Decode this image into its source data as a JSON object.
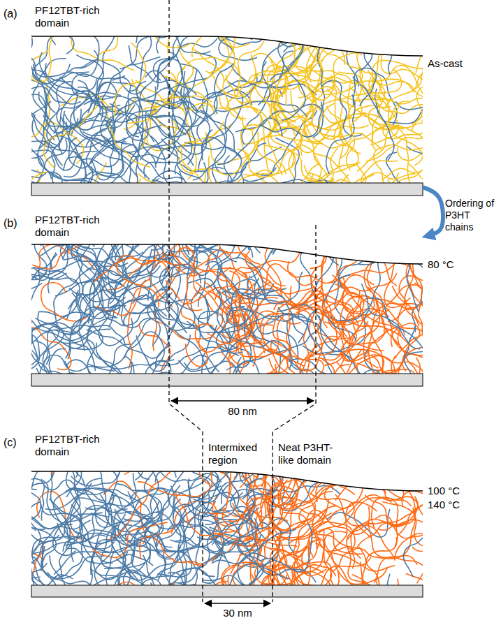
{
  "diagram": {
    "nodes": [
      {
        "text": [
          "(a)",
          "PF12TBT-rich domain",
          "As-cast"
        ]
      },
      {
        "text": [
          "(b)",
          "PF12TBT-rich domain",
          "80 °C"
        ]
      },
      {
        "text": [
          "(c)",
          "PF12TBT-rich domain",
          "Intermixed region",
          "Neat P3HT-like domain",
          "100 °C",
          "140 °C"
        ]
      }
    ],
    "edges": [
      {
        "from": 0,
        "to": 1,
        "arrow": "to",
        "label": "Ordering of P3HT chains"
      }
    ],
    "labels": [
      "80 nm",
      "30 nm"
    ]
  }
}
